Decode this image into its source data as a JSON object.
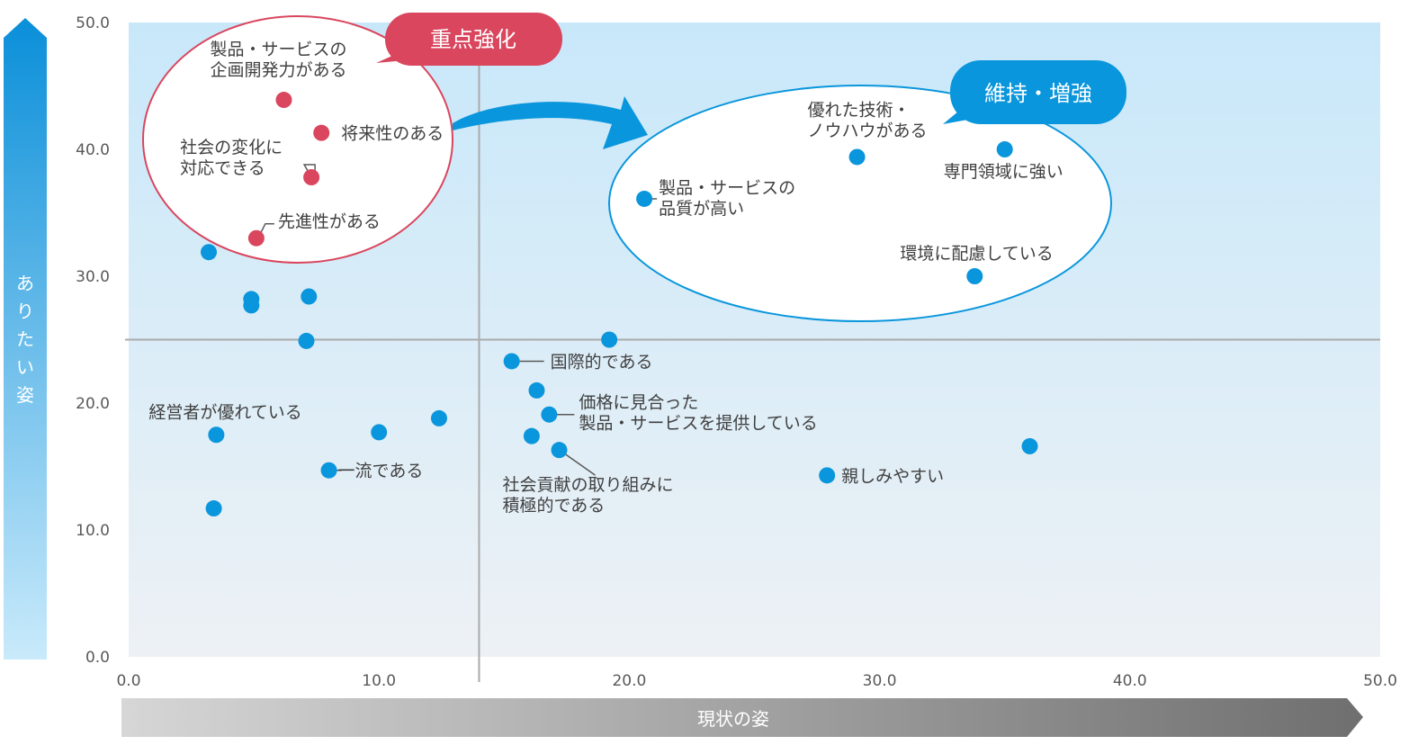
{
  "chart_data": {
    "type": "scatter",
    "xlabel": "現状の姿",
    "ylabel": "ありたい姿",
    "xlim": [
      0,
      50
    ],
    "ylim": [
      0,
      50
    ],
    "x_ticks": [
      "0.0",
      "10.0",
      "20.0",
      "30.0",
      "40.0",
      "50.0"
    ],
    "y_ticks": [
      "0.0",
      "10.0",
      "20.0",
      "30.0",
      "40.0",
      "50.0"
    ],
    "reference_lines": {
      "x": 14.0,
      "y": 25.0
    },
    "colors": {
      "focus": "#D9465E",
      "main": "#0A96DC",
      "ref_line": "#AAAAAA"
    },
    "groups": [
      {
        "name": "重点強化",
        "color": "#D9465E"
      },
      {
        "name": "維持・増強",
        "color": "#0A96DC"
      }
    ],
    "points": [
      {
        "x": 6.2,
        "y": 43.9,
        "group": "重点強化",
        "label": [
          "製品・サービスの",
          "企画開発力がある"
        ]
      },
      {
        "x": 7.7,
        "y": 41.3,
        "group": "重点強化",
        "label": [
          "将来性のある"
        ]
      },
      {
        "x": 7.3,
        "y": 37.8,
        "group": "重点強化",
        "label": [
          "社会の変化に",
          "対応できる"
        ]
      },
      {
        "x": 5.1,
        "y": 33.0,
        "group": "重点強化",
        "label": [
          "先進性がある"
        ]
      },
      {
        "x": 20.6,
        "y": 36.1,
        "group": "維持・増強",
        "label": [
          "製品・サービスの",
          "品質が高い"
        ]
      },
      {
        "x": 29.1,
        "y": 39.4,
        "group": "維持・増強",
        "label": [
          "優れた技術・",
          "ノウハウがある"
        ]
      },
      {
        "x": 35.0,
        "y": 40.0,
        "group": "維持・増強",
        "label": [
          "専門領域に強い"
        ]
      },
      {
        "x": 33.8,
        "y": 30.0,
        "group": "維持・増強",
        "label": [
          "環境に配慮している"
        ]
      },
      {
        "x": 3.2,
        "y": 31.9,
        "group": "",
        "label": []
      },
      {
        "x": 4.9,
        "y": 28.2,
        "group": "",
        "label": []
      },
      {
        "x": 4.9,
        "y": 27.7,
        "group": "",
        "label": []
      },
      {
        "x": 7.2,
        "y": 28.4,
        "group": "",
        "label": []
      },
      {
        "x": 7.1,
        "y": 24.9,
        "group": "",
        "label": []
      },
      {
        "x": 19.2,
        "y": 25.0,
        "group": "",
        "label": []
      },
      {
        "x": 15.3,
        "y": 23.3,
        "group": "",
        "label": [
          "国際的である"
        ]
      },
      {
        "x": 16.3,
        "y": 21.0,
        "group": "",
        "label": []
      },
      {
        "x": 16.8,
        "y": 19.1,
        "group": "",
        "label": [
          "価格に見合った",
          "製品・サービスを提供している"
        ]
      },
      {
        "x": 16.1,
        "y": 17.4,
        "group": "",
        "label": []
      },
      {
        "x": 17.2,
        "y": 16.3,
        "group": "",
        "label": [
          "社会貢献の取り組みに",
          "積極的である"
        ]
      },
      {
        "x": 3.5,
        "y": 17.5,
        "group": "",
        "label": [
          "経営者が優れている"
        ]
      },
      {
        "x": 10.0,
        "y": 17.7,
        "group": "",
        "label": []
      },
      {
        "x": 12.4,
        "y": 18.8,
        "group": "",
        "label": []
      },
      {
        "x": 8.0,
        "y": 14.7,
        "group": "",
        "label": [
          "一流である"
        ]
      },
      {
        "x": 3.4,
        "y": 11.7,
        "group": "",
        "label": []
      },
      {
        "x": 27.9,
        "y": 14.3,
        "group": "",
        "label": [
          "親しみやすい"
        ]
      },
      {
        "x": 36.0,
        "y": 16.6,
        "group": "",
        "label": []
      }
    ]
  }
}
